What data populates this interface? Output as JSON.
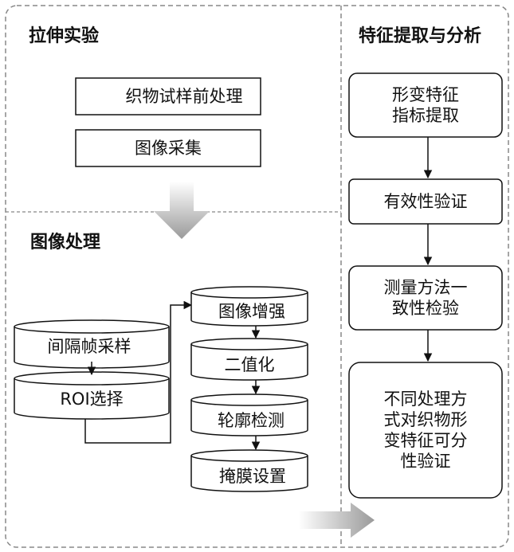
{
  "sections": {
    "tensile": "拉伸实验",
    "image_processing": "图像处理",
    "feature": "特征提取与分析"
  },
  "tensile_steps": [
    "织物试样前处理",
    "图像采集"
  ],
  "processing_left": [
    "间隔帧采样",
    "ROI选择"
  ],
  "processing_right": [
    "图像增强",
    "二值化",
    "轮廓检测",
    "掩膜设置"
  ],
  "feature_steps": [
    "形变特征\n指标提取",
    "有效性验证",
    "测量方法一\n致性检验",
    "不同处理方\n式对织物形\n变特征可分\n性验证"
  ],
  "colors": {
    "border": "#888888",
    "line": "#111111",
    "arrow_fill": "#bdbdbd"
  }
}
